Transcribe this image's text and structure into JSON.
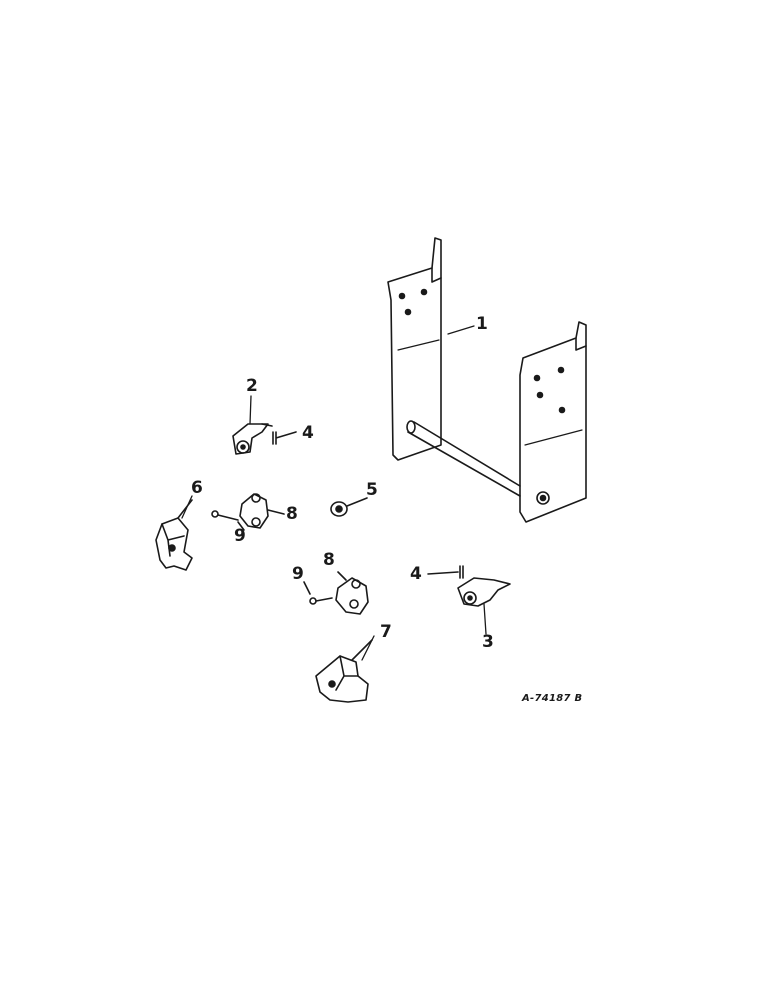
{
  "diagram": {
    "callouts": [
      {
        "id": "c1",
        "text": "1"
      },
      {
        "id": "c2",
        "text": "2"
      },
      {
        "id": "c3",
        "text": "3"
      },
      {
        "id": "c4a",
        "text": "4"
      },
      {
        "id": "c4b",
        "text": "4"
      },
      {
        "id": "c5",
        "text": "5"
      },
      {
        "id": "c6",
        "text": "6"
      },
      {
        "id": "c7",
        "text": "7"
      },
      {
        "id": "c8a",
        "text": "8"
      },
      {
        "id": "c8b",
        "text": "8"
      },
      {
        "id": "c9a",
        "text": "9"
      },
      {
        "id": "c9b",
        "text": "9"
      }
    ],
    "figure_id": "A-74187 B",
    "colors": {
      "ink": "#1a1a1a",
      "paper": "#ffffff"
    }
  }
}
